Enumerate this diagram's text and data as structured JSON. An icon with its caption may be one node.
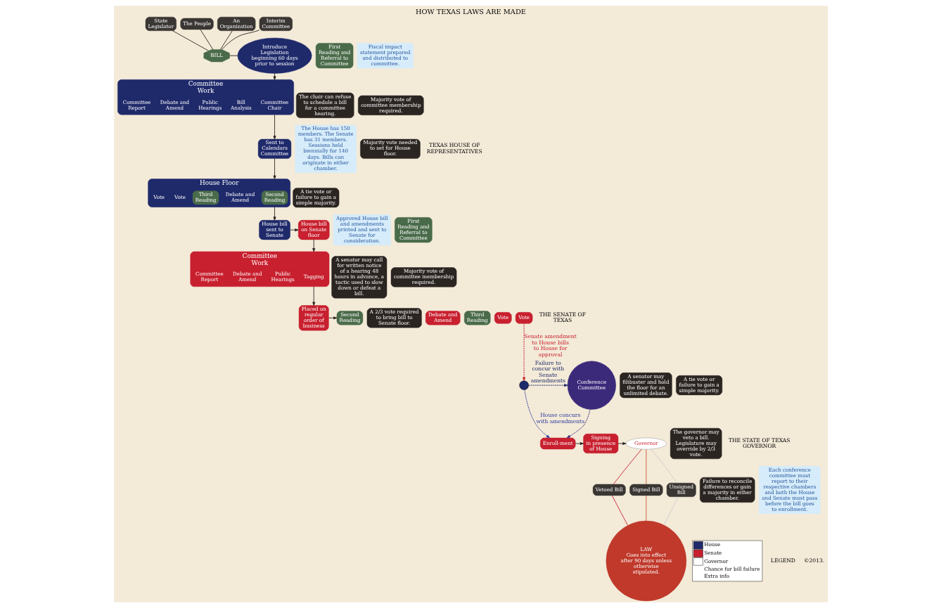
{
  "diagram": {
    "title": "HOW TEXAS LAWS ARE MADE",
    "nodes": [
      {
        "text": [
          "State Legislator"
        ]
      },
      {
        "text": [
          "The People"
        ]
      },
      {
        "text": [
          "An Organization"
        ]
      },
      {
        "text": [
          "Interim Committee"
        ]
      },
      {
        "text": [
          "BILL"
        ]
      },
      {
        "text": [
          "Introduce Legislation",
          "beginning 60 days prior to session"
        ]
      },
      {
        "text": [
          "First Reading and Referral to Committee"
        ]
      },
      {
        "text": [
          "Committee Work"
        ]
      },
      {
        "text": [
          "Committee Chair"
        ],
        "in": 7
      },
      {
        "text": [
          "Bill Analysis"
        ],
        "in": 7
      },
      {
        "text": [
          "Public Hearings"
        ],
        "in": 7
      },
      {
        "text": [
          "Debate and Amend"
        ],
        "in": 7
      },
      {
        "text": [
          "Committee Report"
        ],
        "in": 7
      },
      {
        "text": [
          "Fiscal impact statement prepared and distributed to committee."
        ]
      },
      {
        "text": [
          "The House has 150 members. The Senate has 31 members. Sessions held biennially for 140 days. Bills can originate in either chamber."
        ]
      },
      {
        "text": [
          "The chair can refuse to schedule a bill for a committee hearing."
        ]
      },
      {
        "text": [
          "Majority vote of committee membership required."
        ]
      },
      {
        "text": [
          "Sent to Calendars Committee"
        ]
      },
      {
        "text": [
          "Majority vote needed to set for House floor."
        ]
      },
      {
        "text": [
          "House Floor"
        ]
      },
      {
        "text": [
          "Second Reading"
        ],
        "in": 19
      },
      {
        "text": [
          "Debate and Amend"
        ],
        "in": 19
      },
      {
        "text": [
          "Third Reading"
        ],
        "in": 19
      },
      {
        "text": [
          "Vote"
        ],
        "in": 19
      },
      {
        "text": [
          "Vote"
        ],
        "in": 19
      },
      {
        "text": [
          "A tie vote or failure to gain a simple majority."
        ]
      },
      {
        "text": [
          "House bill sent to Senate"
        ]
      },
      {
        "text": [
          "Approved House bill and amendments printed and sent to Senate for consideration."
        ]
      },
      {
        "text": [
          "House bill on Senate floor"
        ]
      },
      {
        "text": [
          "First Reading and Referral to Committee"
        ]
      },
      {
        "text": [
          "Committee Work"
        ]
      },
      {
        "text": [
          "Tagging"
        ],
        "in": 30
      },
      {
        "text": [
          "Public Hearings"
        ],
        "in": 30
      },
      {
        "text": [
          "Debate and Amend"
        ],
        "in": 30
      },
      {
        "text": [
          "Committee Report"
        ],
        "in": 30
      },
      {
        "text": [
          "A senator may call for written notice of a hearing 48 hours in advance, a tactic used to slow down or defeat a bill."
        ]
      },
      {
        "text": [
          "Majority vote of committee membership required."
        ]
      },
      {
        "text": [
          "Placed on regular order of business"
        ]
      },
      {
        "text": [
          "A 2/3 vote required to bring bill to Senate floor."
        ]
      },
      {
        "text": [
          "Second Reading"
        ]
      },
      {
        "text": [
          "Debate and Amend"
        ]
      },
      {
        "text": [
          "Third Reading"
        ]
      },
      {
        "text": [
          "Vote"
        ]
      },
      {
        "text": [
          "Vote"
        ]
      },
      {
        "text": [
          "A senator may filibuster and hold the floor for an unlimited debate."
        ]
      },
      {
        "text": [
          "A tie vote or failure to gain a simple majority."
        ]
      },
      {
        "text": [],
        "shape": "circle"
      },
      {
        "text": [
          "Conference Committee"
        ]
      },
      {
        "text": [
          "Failure to reconcile differences or gain a majority in either chamber."
        ]
      },
      {
        "text": [
          "Each conference committee must report to their respective chambers and both the House and Senate must pass before the bill goes to enrollment."
        ]
      },
      {
        "text": [
          "Enroll-ment"
        ]
      },
      {
        "text": [
          "Signing",
          "in presence of House"
        ]
      },
      {
        "text": [
          "Governor"
        ]
      },
      {
        "text": [
          "The governor may veto a bill. Legislature may override by 2/3 vote."
        ]
      },
      {
        "text": [
          "Vetoed Bill"
        ]
      },
      {
        "text": [
          "Signed Bill"
        ]
      },
      {
        "text": [
          "Unsigned Bill"
        ]
      },
      {
        "text": [
          "LAW",
          "Goes into effect after 90 days unless otherwise stipulated."
        ]
      }
    ],
    "edges": [
      {
        "from": 0,
        "to": 4,
        "arrow": "none"
      },
      {
        "from": 1,
        "to": 4,
        "arrow": "none"
      },
      {
        "from": 2,
        "to": 4,
        "arrow": "none"
      },
      {
        "from": 3,
        "to": 4,
        "arrow": "none"
      },
      {
        "from": 4,
        "to": 5,
        "arrow": "none"
      },
      {
        "from": 5,
        "to": 7,
        "arrow": "to"
      },
      {
        "from": 7,
        "to": 17,
        "arrow": "to"
      },
      {
        "from": 17,
        "to": 19,
        "arrow": "to"
      },
      {
        "from": 19,
        "to": 26,
        "arrow": "to"
      },
      {
        "from": 26,
        "to": 28,
        "arrow": "to"
      },
      {
        "from": 28,
        "to": 30,
        "arrow": "to"
      },
      {
        "from": 30,
        "to": 37,
        "arrow": "to"
      },
      {
        "from": 37,
        "to": 39,
        "arrow": "to"
      },
      {
        "from": 43,
        "to": 46,
        "arrow": "to",
        "label": "Senate amendment to House bills to House for approval",
        "style": "dashed",
        "color": "#c8202f"
      },
      {
        "from": 46,
        "to": 50,
        "arrow": "to",
        "label": "House concurs with amendments",
        "style": "dashed",
        "color": "#2b3a9e"
      },
      {
        "from": 46,
        "to": 47,
        "arrow": "to",
        "label": "Failure to concur with Senate amendments",
        "style": "dashed",
        "color": "#1f2a6b"
      },
      {
        "from": 47,
        "to": 50,
        "arrow": "to",
        "style": "dashed",
        "color": "#3b2a7a"
      },
      {
        "from": 50,
        "to": 51,
        "arrow": "to"
      },
      {
        "from": 51,
        "to": 52,
        "arrow": "to"
      },
      {
        "from": 52,
        "to": 54,
        "arrow": "none",
        "color": "#c8202f"
      },
      {
        "from": 52,
        "to": 55,
        "arrow": "none",
        "color": "#d0512f"
      },
      {
        "from": 52,
        "to": 56,
        "arrow": "none",
        "color": "#cccccc"
      },
      {
        "from": 54,
        "to": 57,
        "arrow": "none",
        "color": "#c8202f"
      },
      {
        "from": 55,
        "to": 57,
        "arrow": "none",
        "color": "#d0512f"
      },
      {
        "from": 56,
        "to": 57,
        "arrow": "none",
        "color": "#cccccc"
      }
    ],
    "labels": [
      "LEGEND",
      "TEXAS HOUSE OF REPRESENTATIVES",
      "THE SENATE OF TEXAS",
      "THE STATE OF TEXAS GOVERNOR",
      "©2013."
    ],
    "legend": [
      {
        "text": "House",
        "color": "#1f2a6b"
      },
      {
        "text": "Senate",
        "color": "#c8202f"
      },
      {
        "text": "Governor",
        "color": "#ffffff"
      },
      {
        "text": "Chance for bill failure"
      },
      {
        "text": "Extra info"
      }
    ]
  }
}
